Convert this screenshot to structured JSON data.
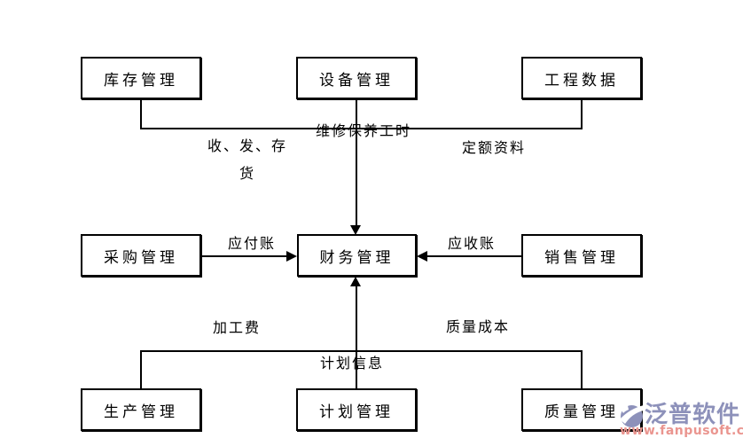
{
  "diagram": {
    "boxes": {
      "inventory": "库存管理",
      "equipment": "设备管理",
      "engineering": "工程数据",
      "procurement": "采购管理",
      "finance": "财务管理",
      "sales": "销售管理",
      "production": "生产管理",
      "planning": "计划管理",
      "quality": "质量管理"
    },
    "labels": {
      "stock_flow_line1": "收、发、存",
      "stock_flow_line2": "货",
      "maintenance_hours": "维修保养工时",
      "quota_data": "定额资料",
      "accounts_payable": "应付账",
      "accounts_receivable": "应收账",
      "processing_fee": "加工费",
      "quality_cost": "质量成本",
      "plan_info": "计划信息"
    },
    "line_color": "#000000",
    "background_color": "#ffffff"
  },
  "watermark": {
    "brand": "泛普软件",
    "url": "www.fanpusoft.com",
    "brand_color": "#8d91ba",
    "url_color": "#ea958f"
  }
}
